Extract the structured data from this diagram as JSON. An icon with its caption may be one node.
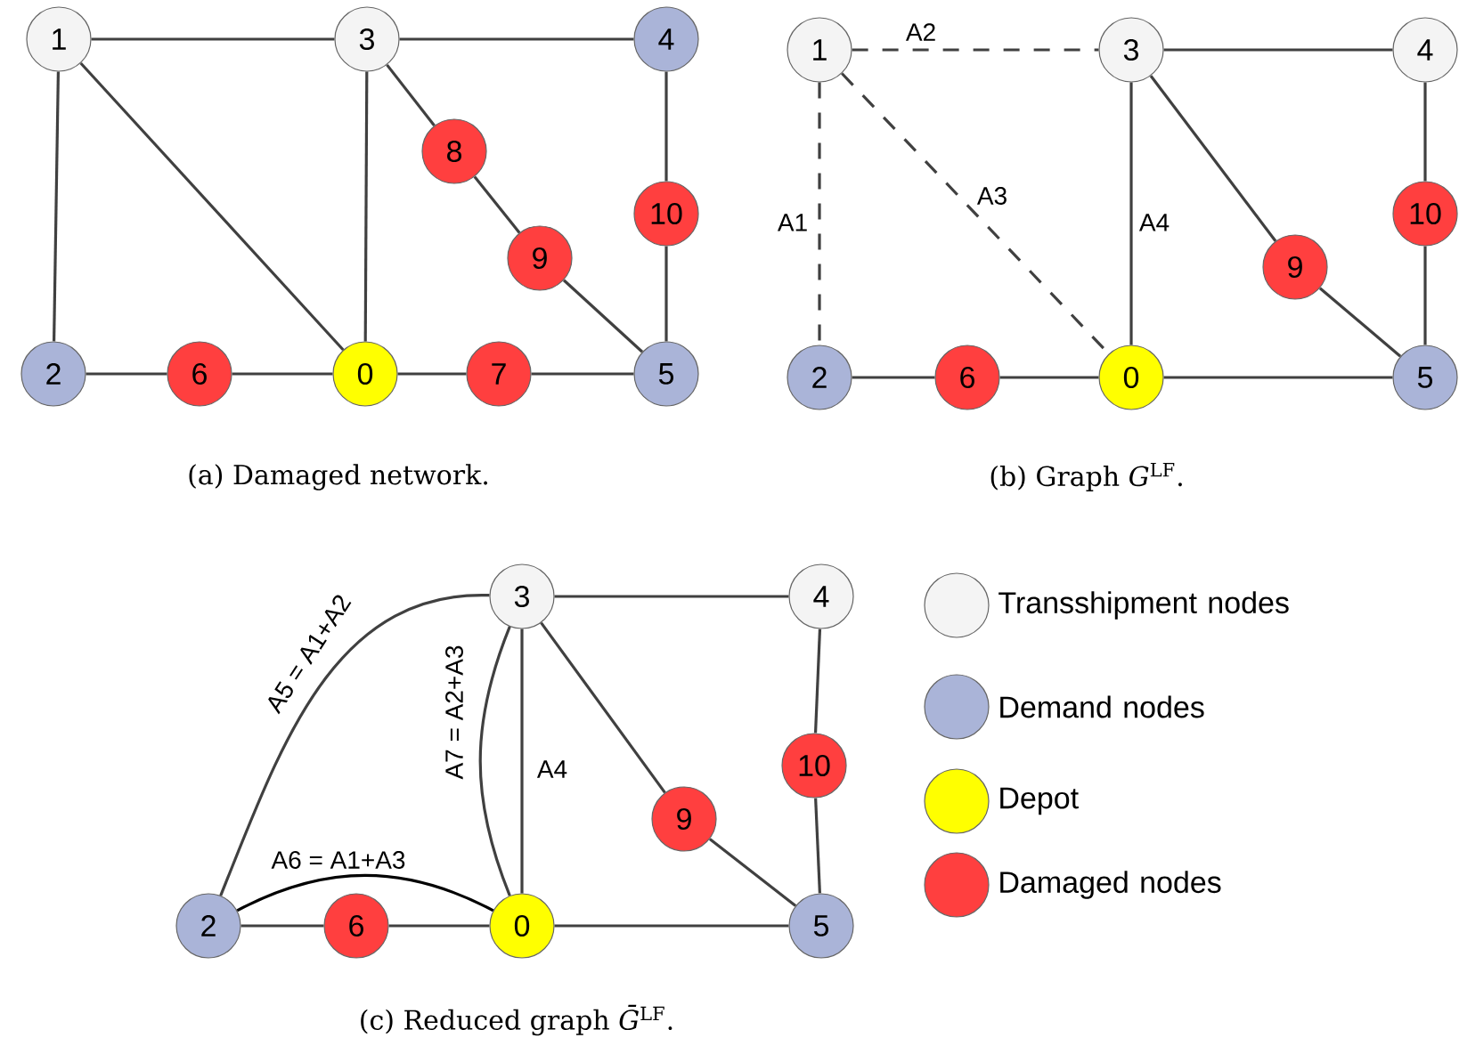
{
  "diagram": {
    "nodes": [
      {
        "text": [
          "1"
        ]
      },
      {
        "text": [
          "3"
        ]
      },
      {
        "text": [
          "4"
        ]
      },
      {
        "text": [
          "8"
        ]
      },
      {
        "text": [
          "10"
        ]
      },
      {
        "text": [
          "9"
        ]
      },
      {
        "text": [
          "2"
        ]
      },
      {
        "text": [
          "6"
        ]
      },
      {
        "text": [
          "0"
        ]
      },
      {
        "text": [
          "7"
        ]
      },
      {
        "text": [
          "5"
        ]
      },
      {
        "text": [
          "1"
        ]
      },
      {
        "text": [
          "3"
        ]
      },
      {
        "text": [
          "4"
        ]
      },
      {
        "text": [
          "10"
        ]
      },
      {
        "text": [
          "9"
        ]
      },
      {
        "text": [
          "2"
        ]
      },
      {
        "text": [
          "6"
        ]
      },
      {
        "text": [
          "0"
        ]
      },
      {
        "text": [
          "5"
        ]
      },
      {
        "text": [
          "3"
        ]
      },
      {
        "text": [
          "4"
        ]
      },
      {
        "text": [
          "10"
        ]
      },
      {
        "text": [
          "9"
        ]
      },
      {
        "text": [
          "2"
        ]
      },
      {
        "text": [
          "6"
        ]
      },
      {
        "text": [
          "0"
        ]
      },
      {
        "text": [
          "5"
        ]
      }
    ],
    "edges": [
      {
        "from": 0,
        "to": 1,
        "arrow": "none"
      },
      {
        "from": 1,
        "to": 2,
        "arrow": "none"
      },
      {
        "from": 0,
        "to": 6,
        "arrow": "none"
      },
      {
        "from": 0,
        "to": 8,
        "arrow": "none"
      },
      {
        "from": 1,
        "to": 8,
        "arrow": "none"
      },
      {
        "from": 1,
        "to": 3,
        "arrow": "none"
      },
      {
        "from": 3,
        "to": 5,
        "arrow": "none"
      },
      {
        "from": 5,
        "to": 10,
        "arrow": "none"
      },
      {
        "from": 2,
        "to": 4,
        "arrow": "none"
      },
      {
        "from": 4,
        "to": 10,
        "arrow": "none"
      },
      {
        "from": 6,
        "to": 7,
        "arrow": "none"
      },
      {
        "from": 7,
        "to": 8,
        "arrow": "none"
      },
      {
        "from": 8,
        "to": 9,
        "arrow": "none"
      },
      {
        "from": 9,
        "to": 10,
        "arrow": "none"
      },
      {
        "from": 11,
        "to": 12,
        "arrow": "none",
        "label": "A2",
        "style": "dashed"
      },
      {
        "from": 11,
        "to": 16,
        "arrow": "none",
        "label": "A1",
        "style": "dashed"
      },
      {
        "from": 11,
        "to": 18,
        "arrow": "none",
        "label": "A3",
        "style": "dashed"
      },
      {
        "from": 12,
        "to": 13,
        "arrow": "none"
      },
      {
        "from": 12,
        "to": 18,
        "arrow": "none",
        "label": "A4"
      },
      {
        "from": 12,
        "to": 15,
        "arrow": "none"
      },
      {
        "from": 15,
        "to": 19,
        "arrow": "none"
      },
      {
        "from": 13,
        "to": 14,
        "arrow": "none"
      },
      {
        "from": 14,
        "to": 19,
        "arrow": "none"
      },
      {
        "from": 16,
        "to": 17,
        "arrow": "none"
      },
      {
        "from": 17,
        "to": 18,
        "arrow": "none"
      },
      {
        "from": 18,
        "to": 19,
        "arrow": "none"
      },
      {
        "from": 20,
        "to": 21,
        "arrow": "none"
      },
      {
        "from": 24,
        "to": 20,
        "arrow": "none",
        "label": "A5 = A1+A2"
      },
      {
        "from": 20,
        "to": 26,
        "arrow": "none",
        "label": "A7 = A2+A3"
      },
      {
        "from": 20,
        "to": 26,
        "arrow": "none",
        "label": "A4"
      },
      {
        "from": 24,
        "to": 26,
        "arrow": "none",
        "label": "A6 = A1+A3",
        "color": "#000000"
      },
      {
        "from": 20,
        "to": 23,
        "arrow": "none"
      },
      {
        "from": 23,
        "to": 27,
        "arrow": "none"
      },
      {
        "from": 21,
        "to": 22,
        "arrow": "none"
      },
      {
        "from": 22,
        "to": 27,
        "arrow": "none"
      },
      {
        "from": 24,
        "to": 25,
        "arrow": "none"
      },
      {
        "from": 25,
        "to": 26,
        "arrow": "none"
      },
      {
        "from": 26,
        "to": 27,
        "arrow": "none"
      }
    ],
    "labels": [
      "(a) Damaged network.",
      "(b) Graph *G*$^{LF}$.",
      "(c) Reduced graph *Ḡ*$^{LF}$."
    ],
    "legend": [
      {
        "text": "Transshipment nodes",
        "color": "#f4f4f4"
      },
      {
        "text": "Demand nodes",
        "color": "#aab4d8"
      },
      {
        "text": "Depot",
        "color": "#ffff00"
      },
      {
        "text": "Damaged nodes",
        "color": "#ff3f3f"
      }
    ]
  }
}
